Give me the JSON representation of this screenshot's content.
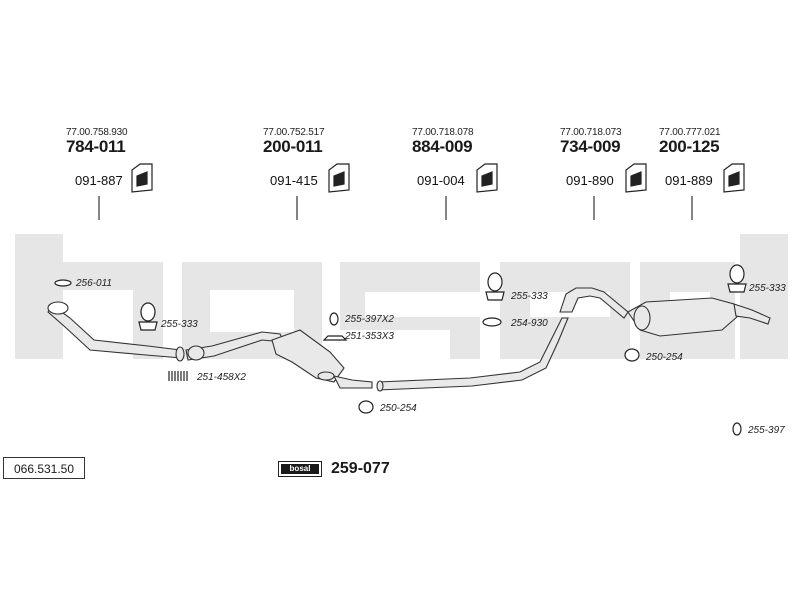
{
  "catalog_number": "066.531.50",
  "kit": {
    "logo_text": "bosal",
    "number": "259-077"
  },
  "assemblies": [
    {
      "oem": "77.00.758.930",
      "part": "784-011",
      "mount": "091-887"
    },
    {
      "oem": "77.00.752.517",
      "part": "200-011",
      "mount": "091-415"
    },
    {
      "oem": "77.00.718.078",
      "part": "884-009",
      "mount": "091-004"
    },
    {
      "oem": "77.00.718.073",
      "part": "734-009",
      "mount": "091-890"
    },
    {
      "oem": "77.00.777.021",
      "part": "200-125",
      "mount": "091-889"
    }
  ],
  "accessories": {
    "gasket_front": "256-011",
    "hanger_front": "255-333",
    "spring": "251-458X2",
    "ring_mid": "255-397X2",
    "bolt_mid": "251-353X3",
    "clamp_mid": "250-254",
    "hanger_center": "255-333",
    "clamp_center": "254-930",
    "clamp_rear": "250-254",
    "hanger_rear": "255-333",
    "ring_rear": "255-397"
  },
  "watermark_text": "bosal",
  "colors": {
    "line": "#333333",
    "pipe_fill": "#e9e9e9",
    "watermark": "#e6e6e6"
  }
}
